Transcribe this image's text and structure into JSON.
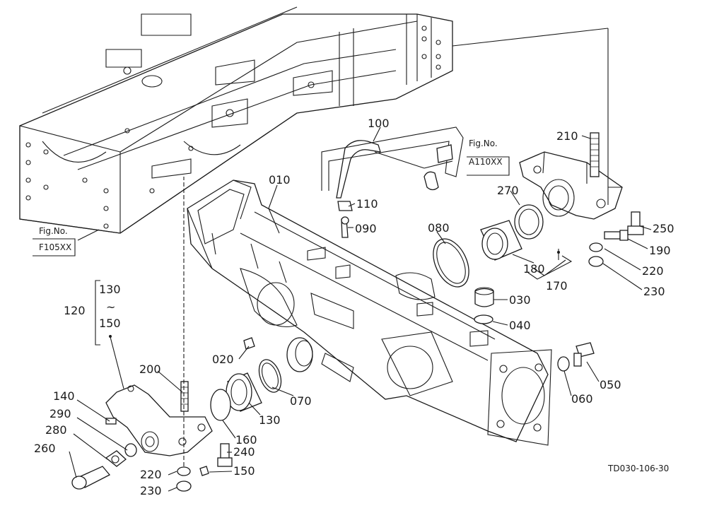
{
  "diagram": {
    "parts": {
      "p010": "010",
      "p020": "020",
      "p030": "030",
      "p040": "040",
      "p050": "050",
      "p060": "060",
      "p070": "070",
      "p080": "080",
      "p090": "090",
      "p100": "100",
      "p110": "110",
      "p120": "120",
      "p130a": "130",
      "p130b": "130",
      "p140": "140",
      "p150a": "150",
      "p150b": "150",
      "p160": "160",
      "p170": "170",
      "p180": "180",
      "p190": "190",
      "p200": "200",
      "p210": "210",
      "p220a": "220",
      "p220b": "220",
      "p230a": "230",
      "p230b": "230",
      "p240": "240",
      "p250": "250",
      "p260": "260",
      "p270": "270",
      "p280": "280",
      "p290": "290"
    },
    "range_separator": "~",
    "ref_fig1_label": "Fig.No.",
    "ref_fig1_code": "F105XX",
    "ref_fig2_label": "Fig.No.",
    "ref_fig2_code": "A110XX",
    "drawing_code": "TD030-106-30"
  }
}
